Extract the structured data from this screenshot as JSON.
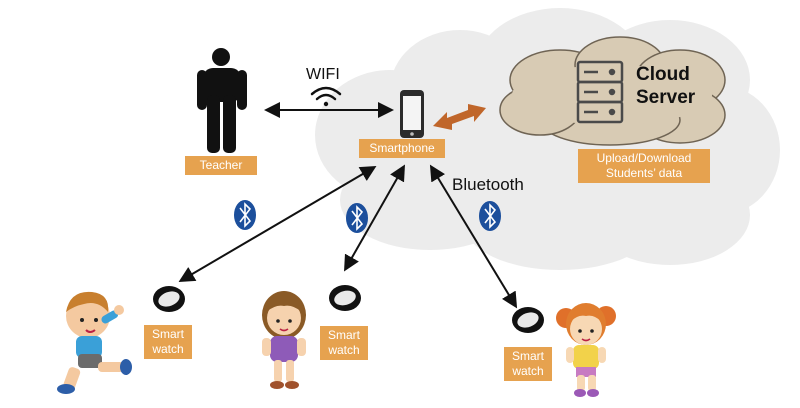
{
  "wifi_label": "WIFI",
  "bluetooth_label": "Bluetooth",
  "teacher_label": "Teacher",
  "smartphone_label": "Smartphone",
  "cloud_server": {
    "line1": "Cloud",
    "line2": "Server"
  },
  "upload_label": {
    "line1": "Upload/Download",
    "line2": "Students’ data"
  },
  "watch_label": {
    "line1": "Smart",
    "line2": "watch"
  },
  "colors": {
    "outer_cloud": "#ececec",
    "inner_cloud": "#d8cbb4",
    "label_fill": "#e6a24f",
    "bluetooth": "#1c4f9c",
    "arrow_orange": "#c0662a"
  },
  "icons": [
    "person-icon",
    "wifi-icon",
    "smartphone-icon",
    "server-icon",
    "bluetooth-icon",
    "smartwatch-icon",
    "child-icon"
  ]
}
